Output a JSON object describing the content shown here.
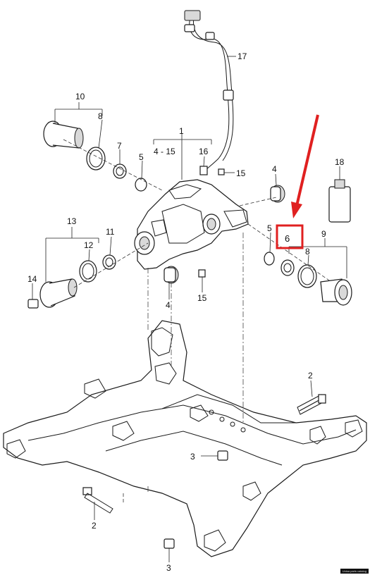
{
  "labels": {
    "l2a": "2",
    "l2b": "2",
    "l3a": "3",
    "l3b": "3",
    "l4a": "4",
    "l4b": "4",
    "l4_15": "4 - 15",
    "l1": "1",
    "l5a": "5",
    "l5b": "5",
    "l6": "6",
    "l7": "7",
    "l8a": "8",
    "l8b": "8",
    "l9": "9",
    "l10": "10",
    "l11": "11",
    "l12": "12",
    "l13": "13",
    "l14": "14",
    "l15a": "15",
    "l15b": "15",
    "l16": "16",
    "l17": "17",
    "l18": "18"
  },
  "highlight": {
    "color": "#e02020",
    "target": "6"
  },
  "arrow_color": "#e02020",
  "watermark_text": "Unisa parts catalog"
}
